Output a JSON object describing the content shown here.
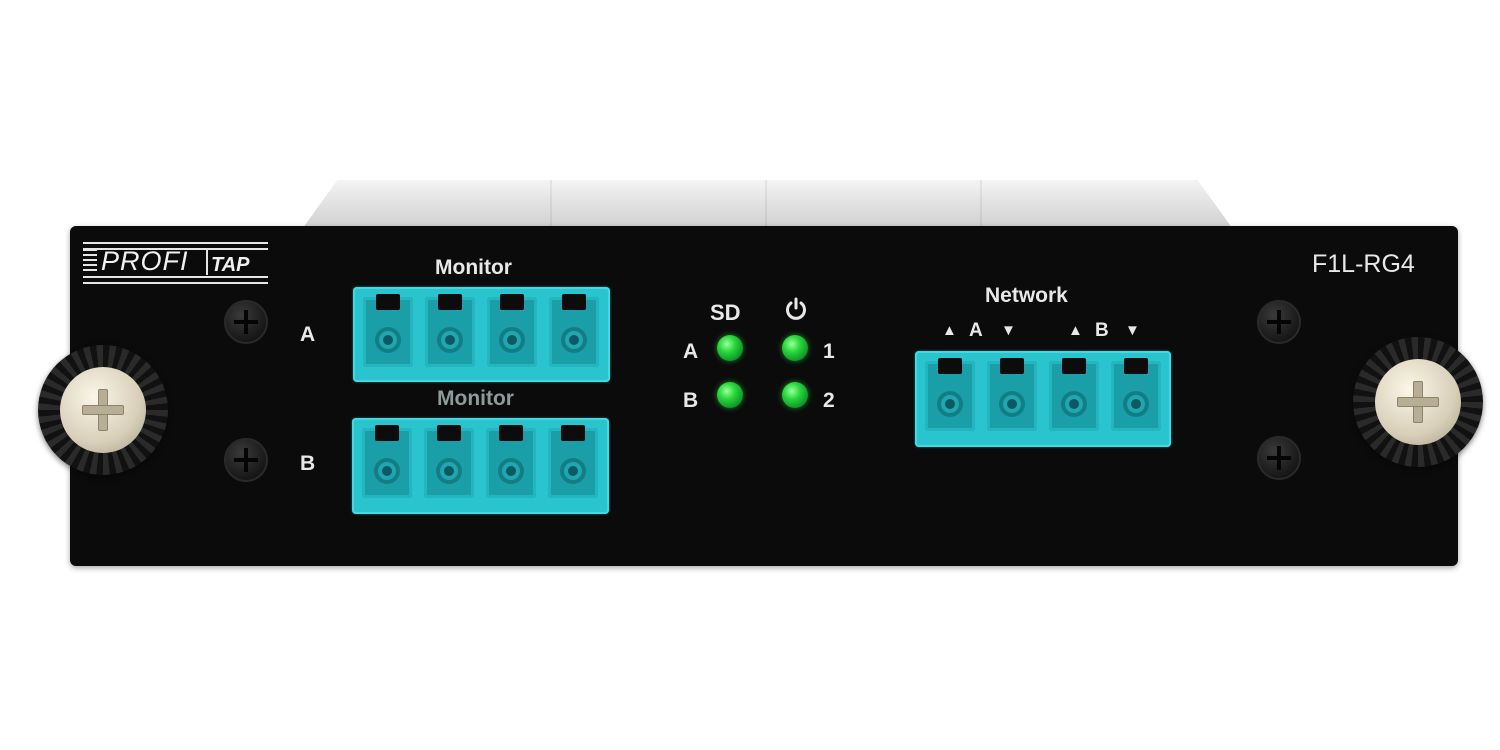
{
  "brand": {
    "profi": "PROFI",
    "tap": "TAP"
  },
  "model": "F1L-RG4",
  "monitor": {
    "top_label": "Monitor",
    "bottom_label": "Monitor",
    "row_a": "A",
    "row_b": "B"
  },
  "status": {
    "sd_label": "SD",
    "power_icon": "power-icon",
    "led_a": "A",
    "led_b": "B",
    "led_1": "1",
    "led_2": "2"
  },
  "network": {
    "label": "Network",
    "group_a": "A",
    "group_b": "B",
    "arrow_up": "▲",
    "arrow_down": "▼"
  },
  "colors": {
    "panel": "#0b0b0b",
    "port_aqua": "#2ac4cf",
    "led_green": "#27d83a"
  }
}
